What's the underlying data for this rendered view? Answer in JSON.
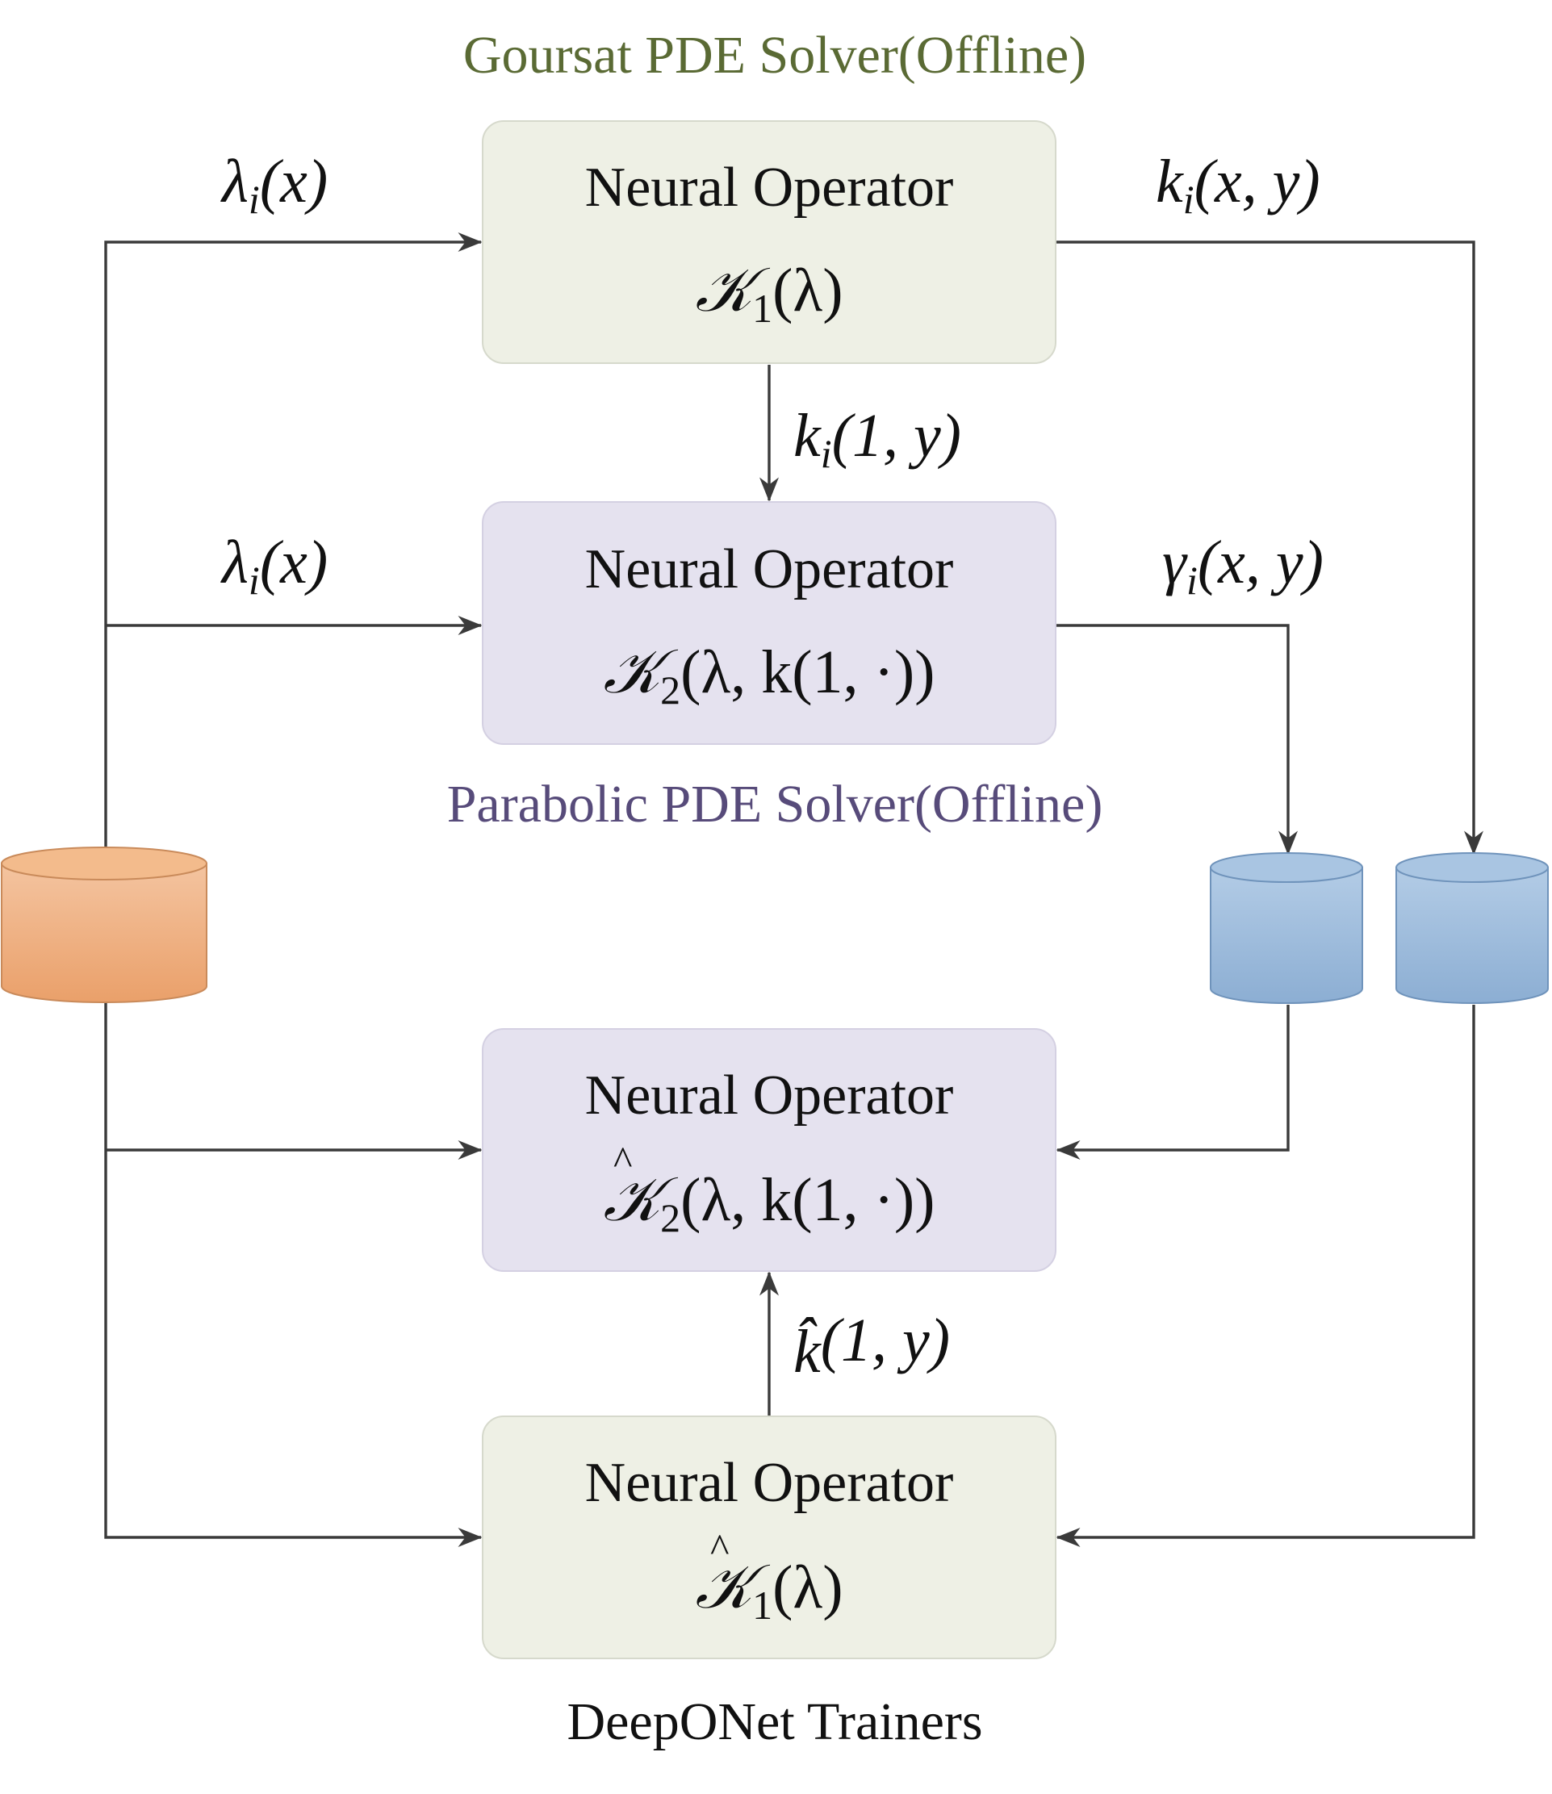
{
  "titles": {
    "goursat": "Goursat PDE Solver(Offline)",
    "parabolic": "Parabolic PDE Solver(Offline)",
    "trainers": "DeepONet Trainers"
  },
  "boxes": [
    {
      "id": "k1",
      "label": "Neural Operator",
      "symbol": "𝒦",
      "subscript": "1",
      "args": "(λ)",
      "hat": false,
      "fill": "#eef0e5"
    },
    {
      "id": "k2",
      "label": "Neural Operator",
      "symbol": "𝒦",
      "subscript": "2",
      "args": "(λ, k(1, ·))",
      "hat": false,
      "fill": "#e5e2ef"
    },
    {
      "id": "k2hat",
      "label": "Neural Operator",
      "symbol": "𝒦",
      "subscript": "2",
      "args": "(λ, k(1, ·))",
      "hat": true,
      "fill": "#e5e2ef"
    },
    {
      "id": "k1hat",
      "label": "Neural Operator",
      "symbol": "𝒦",
      "subscript": "1",
      "args": "(λ)",
      "hat": true,
      "fill": "#eef0e5"
    }
  ],
  "edge_labels": {
    "lambda_top": {
      "base": "λ",
      "sub": "i",
      "rest": "(x)"
    },
    "lambda_mid": {
      "base": "λ",
      "sub": "i",
      "rest": "(x)"
    },
    "k_xy": {
      "base": "k",
      "sub": "i",
      "rest": "(x, y)"
    },
    "k_1y": {
      "base": "k",
      "sub": "i",
      "rest": "(1, y)"
    },
    "gamma_xy": {
      "base": "γ",
      "sub": "i",
      "rest": "(x, y)"
    },
    "khat_1y": {
      "base": "k̂",
      "sub": "",
      "rest": "(1, y)"
    }
  },
  "databases": [
    {
      "id": "lambda-db",
      "color": "#eeaa77",
      "top_color": "#f3bb8c"
    },
    {
      "id": "gamma-db",
      "color": "#94b6d8",
      "top_color": "#a9c5e2"
    },
    {
      "id": "kernel-db",
      "color": "#94b6d8",
      "top_color": "#a9c5e2"
    }
  ],
  "colors": {
    "edge": "#3a3a3a",
    "box_stroke": "#cfd3c4",
    "goursat_title": "#5a6a34",
    "parabolic_title": "#574b7a"
  }
}
